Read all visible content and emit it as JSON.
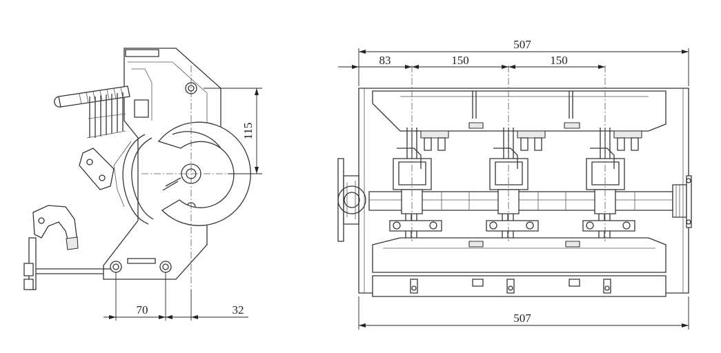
{
  "dimensions": {
    "side_width_left": "70",
    "side_width_right": "32",
    "side_height": "115",
    "front_total_top": "507",
    "front_offset": "83",
    "front_pitch_1": "150",
    "front_pitch_2": "150",
    "front_total_bottom": "507"
  },
  "colors": {
    "line": "#333333",
    "background": "#ffffff"
  }
}
